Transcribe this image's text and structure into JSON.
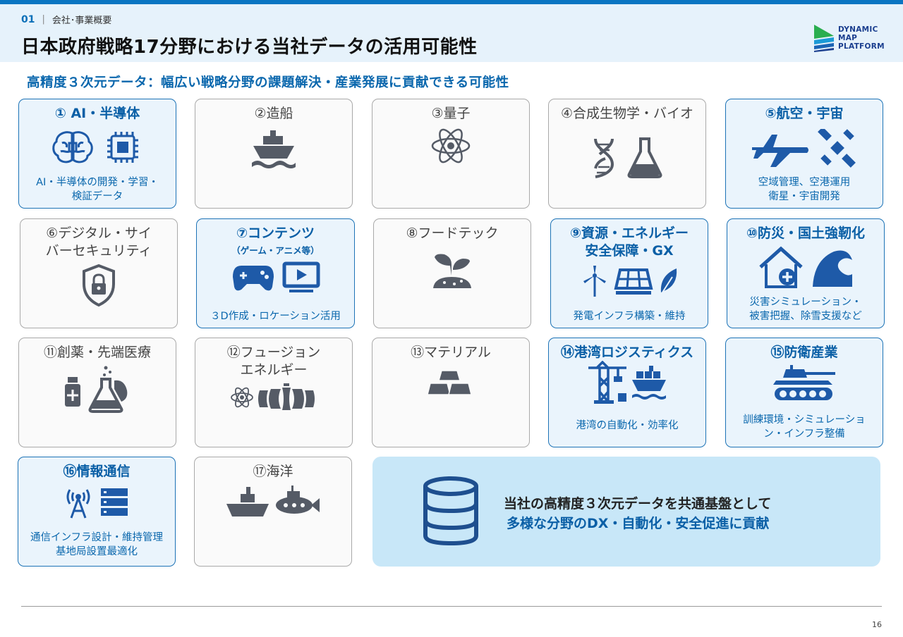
{
  "header": {
    "section_number": "01",
    "section_label": "会社･事業概要",
    "title": "日本政府戦略17分野における当社データの活用可能性",
    "logo_lines": [
      "DYNAMIC",
      "MAP",
      "PLATFORM"
    ]
  },
  "subtitle": "高精度３次元データ：幅広い戦略分野の課題解決・産業発展に貢献できる可能性",
  "cards": [
    {
      "title": "① AI・半導体",
      "desc1": "AI・半導体の開発・学習・",
      "desc2": "検証データ",
      "icons": [
        "brain-icon",
        "chip-icon"
      ]
    },
    {
      "title": "②造船",
      "icons": [
        "ship-icon"
      ]
    },
    {
      "title": "③量子",
      "icons": [
        "atom-icon"
      ]
    },
    {
      "title": "④合成生物学・バイオ",
      "icons": [
        "dna-icon",
        "flask-icon"
      ]
    },
    {
      "title": "⑤航空・宇宙",
      "desc1": "空域管理、空港運用",
      "desc2": "衛星・宇宙開発",
      "icons": [
        "airplane-icon",
        "satellite-icon"
      ]
    },
    {
      "title1": "⑥デジタル・サイ",
      "title2": "バーセキュリティ",
      "icons": [
        "shield-lock-icon"
      ]
    },
    {
      "title": "⑦コンテンツ",
      "sub": "（ゲーム・アニメ等）",
      "desc1": "３D作成・ロケーション活用",
      "icons": [
        "gamepad-icon",
        "monitor-play-icon"
      ]
    },
    {
      "title": "⑧フードテック",
      "icons": [
        "sprout-icon"
      ]
    },
    {
      "title1": "⑨資源・エネルギー",
      "title2": "安全保障・GX",
      "desc1": "発電インフラ構築・維持",
      "icons": [
        "wind-turbine-icon",
        "solar-panel-icon",
        "leaf-icon"
      ]
    },
    {
      "title": "⑩防災・国土強靭化",
      "desc1": "災害シミュレーション・",
      "desc2": "被害把握、除雪支援など",
      "icons": [
        "house-medical-icon",
        "wave-icon"
      ]
    },
    {
      "title": "⑪創薬・先端医療",
      "icons": [
        "medicine-bottle-icon",
        "lab-flask-icon"
      ]
    },
    {
      "title1": "⑫フュージョン",
      "title2": "エネルギー",
      "icons": [
        "atom-small-icon",
        "fusion-reactor-icon"
      ]
    },
    {
      "title": "⑬マテリアル",
      "icons": [
        "ingots-icon"
      ]
    },
    {
      "title": "⑭港湾ロジスティクス",
      "desc1": "港湾の自動化・効率化",
      "icons": [
        "port-crane-icon",
        "cargo-ship-icon"
      ]
    },
    {
      "title": "⑮防衛産業",
      "desc1": "訓練環境・シミュレーショ",
      "desc2": "ン・インフラ整備",
      "icons": [
        "tank-icon"
      ]
    },
    {
      "title": "⑯情報通信",
      "desc1": "通信インフラ設計・維持管理",
      "desc2": "基地局設置最適化",
      "icons": [
        "antenna-icon",
        "server-icon"
      ]
    },
    {
      "title": "⑰海洋",
      "icons": [
        "ship-side-icon",
        "submarine-icon"
      ]
    }
  ],
  "summary": {
    "line1": "当社の高精度３次元データを共通基盤として",
    "line2": "多様な分野のDX・自動化・安全促進に貢献",
    "icon": "database-icon"
  },
  "footer": {
    "page_number": "16"
  },
  "colors": {
    "accent": "#0a75c2",
    "highlight_border": "#1d73b6",
    "highlight_bg": "#eaf4fc",
    "summary_bg": "#c8e7f8",
    "icon_blue": "#1e5aa8",
    "icon_gray": "#555b66"
  }
}
